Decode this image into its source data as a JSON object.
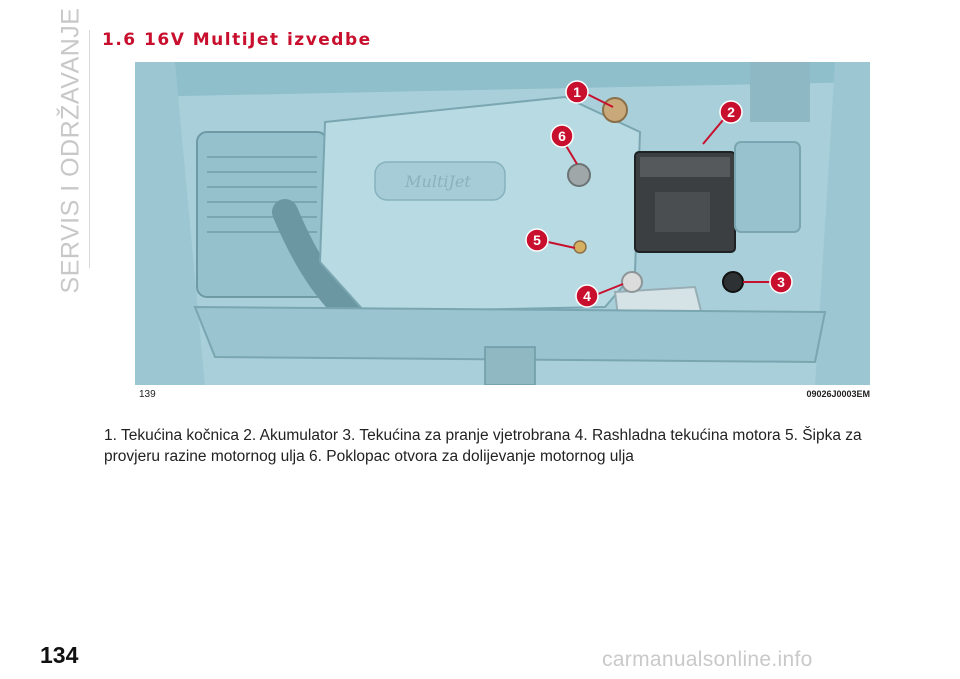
{
  "side_tab": {
    "label": "SERVIS I ODRŽAVANJE"
  },
  "section": {
    "title": "1.6 16V MultiJet izvedbe"
  },
  "figure": {
    "number": "139",
    "code": "09026J0003EM",
    "engine_badge": "MultiJet",
    "callouts": [
      {
        "number": "1",
        "label": "Tekućina kočnica"
      },
      {
        "number": "2",
        "label": "Akumulator"
      },
      {
        "number": "3",
        "label": "Tekućina za pranje vjetrobrana"
      },
      {
        "number": "4",
        "label": "Rashladna tekućina motora"
      },
      {
        "number": "5",
        "label": "Šipka za provjeru razine motornog ulja"
      },
      {
        "number": "6",
        "label": "Poklopac otvora za dolijevanje motornog ulja"
      }
    ],
    "colors": {
      "background": "#a9d0da",
      "callout": "#c8102e"
    }
  },
  "legend_text": "1. Tekućina kočnica 2. Akumulator 3. Tekućina za pranje vjetrobrana 4. Rashladna tekućina motora 5. Šipka za provjeru razine motornog ulja 6. Poklopac otvora za dolijevanje motornog ulja",
  "page_number": "134",
  "watermark": "carmanualsonline.info"
}
